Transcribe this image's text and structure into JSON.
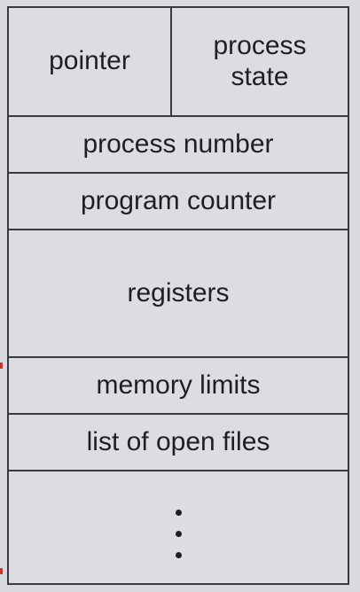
{
  "pcb": {
    "pointer": "pointer",
    "process_state": "process state",
    "process_number": "process number",
    "program_counter": "program counter",
    "registers": "registers",
    "memory_limits": "memory limits",
    "open_files": "list of open files",
    "continuation": "ellipsis-dots"
  },
  "colors": {
    "border": "#3a3b40",
    "fill": "#dcdde2",
    "text": "#1f1f23",
    "edge_mark": "#c0392b"
  }
}
